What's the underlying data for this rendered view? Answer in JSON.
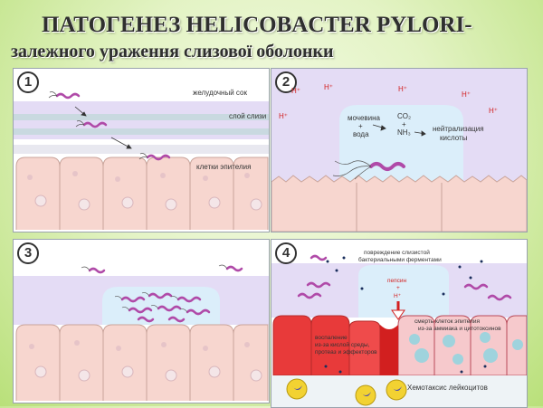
{
  "title": {
    "line1": "ПАТОГЕНЕЗ HELICOBACTER PYLORI-",
    "line2": "залежного ураження слизової оболонки"
  },
  "panels": [
    {
      "number": "1",
      "labels": {
        "juice": "желудочный сок",
        "mucus": "слой слизи",
        "cells": "клетки эпителия"
      }
    },
    {
      "number": "2",
      "labels": {
        "h1": "H⁺",
        "h2": "H⁺",
        "h3": "H⁺",
        "h4": "H⁺",
        "h5": "H⁺",
        "h6": "H⁺",
        "urea": "мочевина",
        "plus1": "+",
        "water": "вода",
        "co2": "CO₂",
        "plus2": "+",
        "nh3": "NH₃",
        "neutral1": "нейтрализация",
        "neutral2": "кислоты"
      }
    },
    {
      "number": "3"
    },
    {
      "number": "4",
      "labels": {
        "damage1": "повреждение слизистой",
        "damage2": "бактериальными ферментами",
        "pepsin": "пепсин",
        "plus": "+",
        "h": "H⁺",
        "death1": "смерть клеток эпителия",
        "death2": "из-за аммиака и цитотоксинов",
        "inflam1": "воспаление",
        "inflam2": "из-за кислой среды,",
        "inflam3": "протеаз и эффекторов",
        "chemo": "Хемотаксис лейкоцитов"
      }
    }
  ],
  "colors": {
    "mucus": "#e4dcf5",
    "juice": "#ffffff",
    "cell": "#f7d6cf",
    "cell_border": "#c9a49b",
    "bacteria": "#b04aa8",
    "h_plus": "#d32020",
    "red_cells": "#e83a3a",
    "teal_cells": "#9fd3dd",
    "leukocyte": "#f2d232"
  }
}
